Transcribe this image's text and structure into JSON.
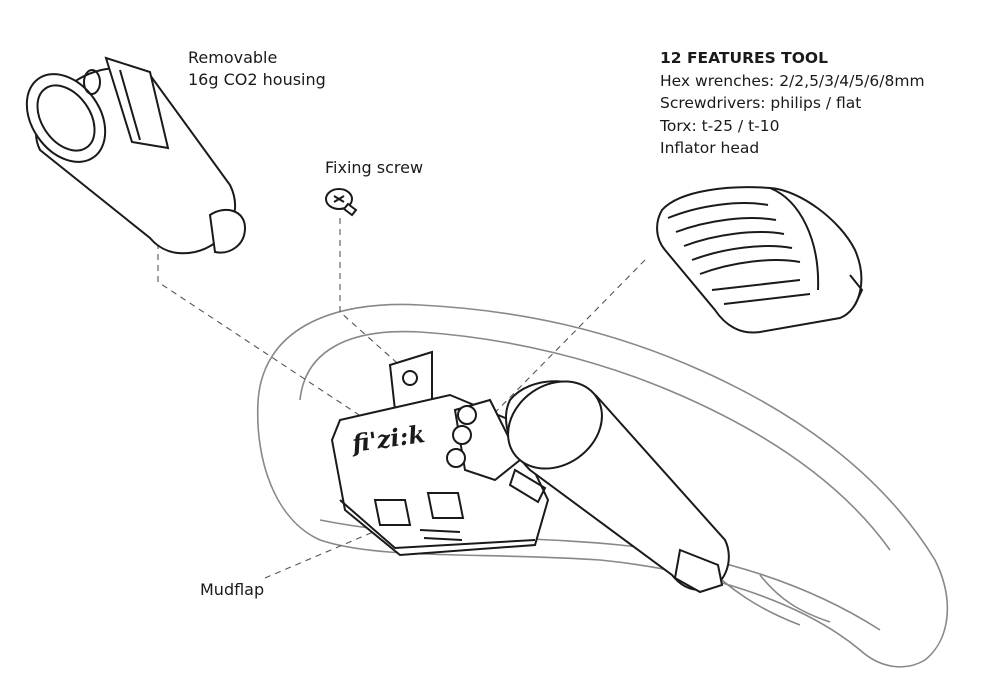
{
  "labels": {
    "co2_line1": "Removable",
    "co2_line2": "16g CO2 housing",
    "fixing_screw": "Fixing screw",
    "mudflap": "Mudflap",
    "brand": "fi'zi:k"
  },
  "tool": {
    "title": "12 FEATURES TOOL",
    "lines": [
      "Hex wrenches: 2/2,5/3/4/5/6/8mm",
      "Screwdrivers: philips / flat",
      "Torx: t-25 / t-10",
      "Inflator head"
    ]
  },
  "colors": {
    "ink": "#1a1a1a",
    "saddle_outline": "#888888",
    "background": "#ffffff"
  }
}
